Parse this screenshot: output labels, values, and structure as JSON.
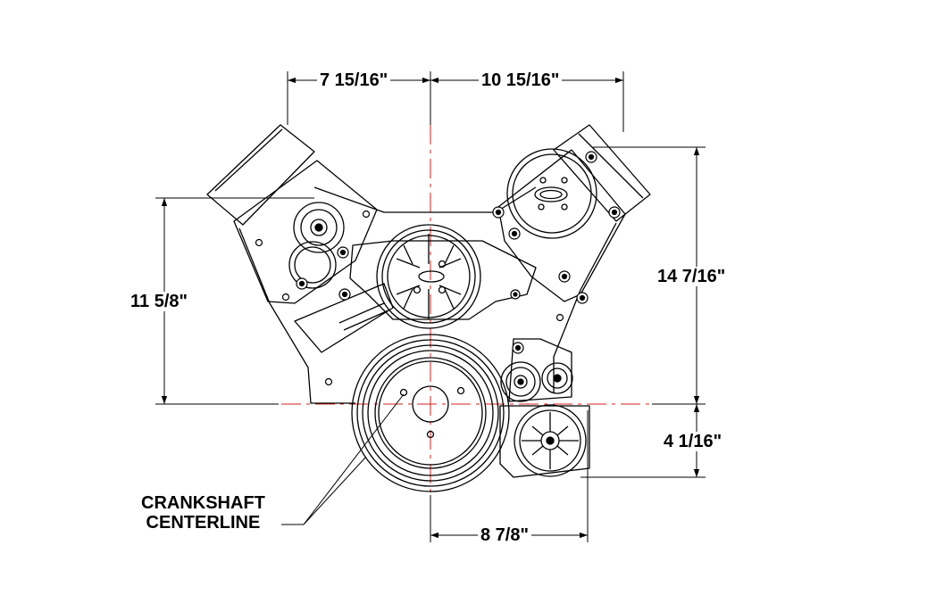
{
  "dimensions": {
    "top_left": "7 15/16\"",
    "top_right": "10 15/16\"",
    "left_height": "11 5/8\"",
    "right_height": "14 7/16\"",
    "lower_right_height": "4 1/16\"",
    "bottom_width": "8 7/8\""
  },
  "callout": {
    "line1": "CRANKSHAFT",
    "line2": "CENTERLINE"
  },
  "colors": {
    "line": "#000000",
    "centerline": "#d62020"
  }
}
